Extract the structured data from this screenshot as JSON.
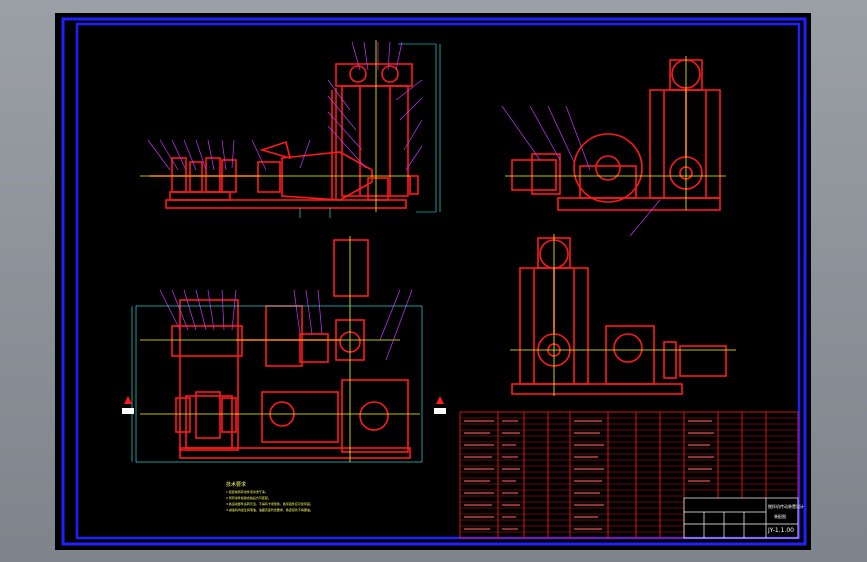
{
  "colors": {
    "sheet": "#000000",
    "frame": "#1f1fff",
    "inner_frame": "#1f1fff",
    "geometry": "#ff1a1a",
    "centerline": "#ffff00",
    "leader": "#cc33ff",
    "dimension": "#33ffff",
    "table_text": "#ffffff"
  },
  "drawing": {
    "views": [
      {
        "name": "front-view"
      },
      {
        "name": "right-side-view"
      },
      {
        "name": "top-view"
      },
      {
        "name": "left-side-view"
      }
    ]
  },
  "notes": {
    "title": "技术要求",
    "lines": [
      "1.装配前所有零件须清洗干净。",
      "2.所有零件检验合格后方可装配。",
      "3.各运动部件运转灵活，不得有卡滞现象，各紧固件应可靠紧固。",
      "4.减速机内加注润滑油，油面高度符合要求，各连接处不得漏油。"
    ]
  },
  "title_block": {
    "drawing_title": "搅拌机传动装置设计",
    "sheet_label": "装配图",
    "drawing_number": "JY-1.1.00"
  }
}
